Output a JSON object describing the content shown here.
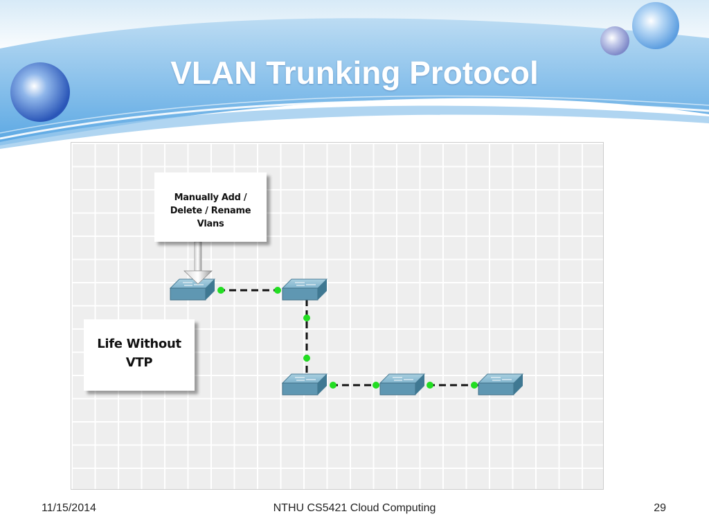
{
  "slide": {
    "title": "VLAN Trunking Protocol"
  },
  "diagram": {
    "callout_manual": {
      "line1": "Manually Add /",
      "line2": "Delete / Rename",
      "line3": "Vlans"
    },
    "callout_life": {
      "line1": "Life Without",
      "line2": "VTP"
    },
    "switches": [
      "switch",
      "switch",
      "switch",
      "switch",
      "switch"
    ],
    "link_color": "#111111",
    "link_port_color": "#22dd22",
    "switch_color": "#5f97b2"
  },
  "footer": {
    "date": "11/15/2014",
    "course": "NTHU CS5421 Cloud Computing",
    "page": "29"
  }
}
